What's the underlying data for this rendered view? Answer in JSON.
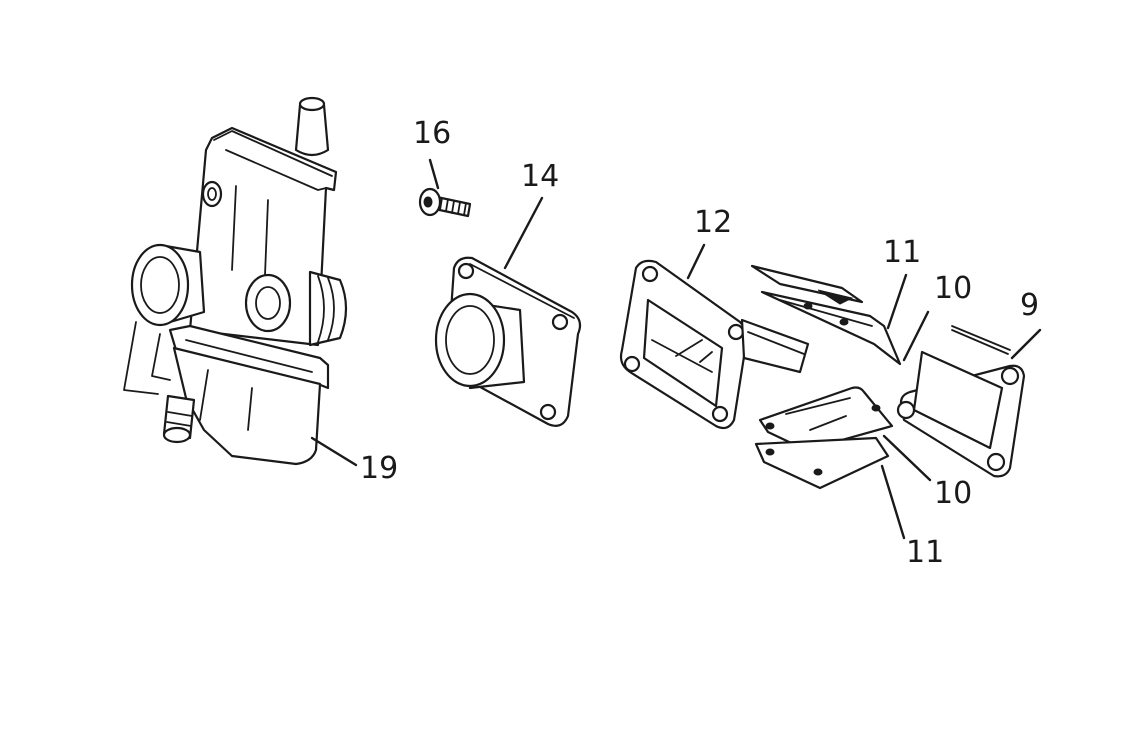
{
  "callouts": {
    "carburetor": "19",
    "screw": "16",
    "intake_manifold": "14",
    "reed_block": "12",
    "reed_petal_upper": "11",
    "reed_stop_upper": "10",
    "gasket": "9",
    "reed_stop_lower": "10",
    "reed_petal_lower": "11"
  }
}
